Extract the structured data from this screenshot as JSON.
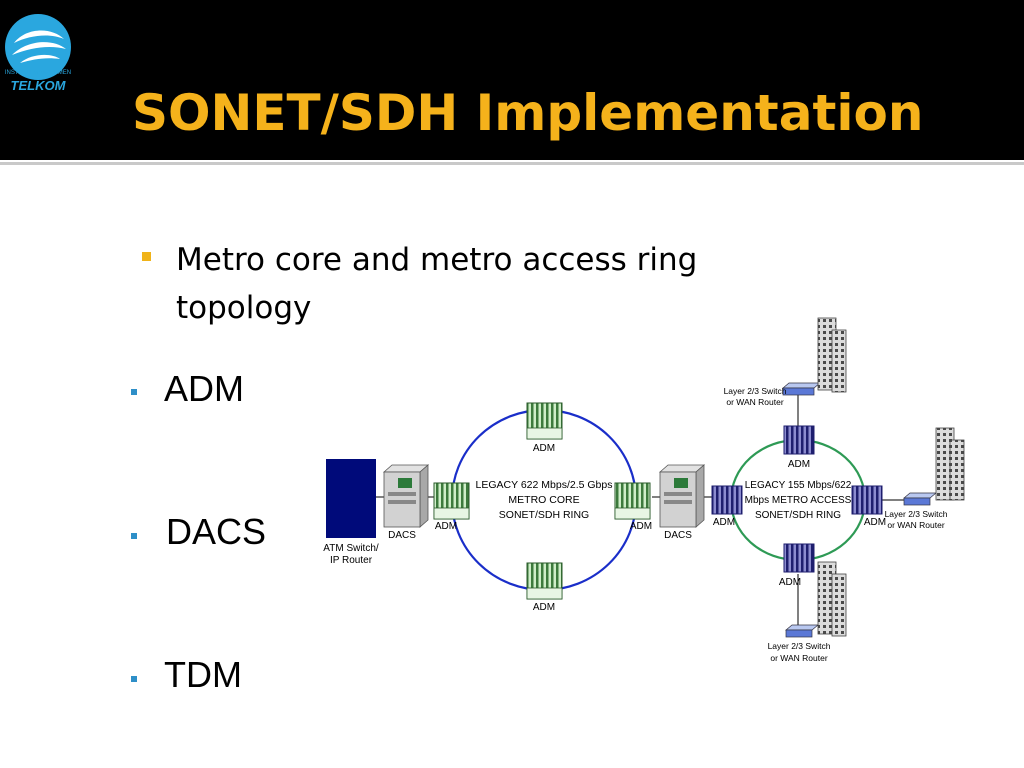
{
  "logo": {
    "caption": "INSTITUT MANAJEMEN",
    "name": "TELKOM"
  },
  "title": "SONET/SDH Implementation",
  "main_bullet": "Metro core and metro access ring topology",
  "sub_bullets": [
    "ADM",
    "DACS",
    "TDM"
  ],
  "diagram": {
    "core_ring_label": [
      "LEGACY 622 Mbps/2.5 Gbps",
      "METRO CORE",
      "SONET/SDH RING"
    ],
    "access_ring_label": [
      "LEGACY 155 Mbps/622",
      "Mbps METRO ACCESS",
      "SONET/SDH RING"
    ],
    "atm_label": [
      "ATM Switch/",
      "IP Router"
    ],
    "dacs_label": "DACS",
    "adm_label": "ADM",
    "switch_label": [
      "Layer 2/3 Switch",
      "or WAN Router"
    ]
  },
  "colors": {
    "title": "#f5b21b",
    "core_ring": "#1a2ec9",
    "access_ring": "#2e9a55",
    "atm": "#000a7a",
    "sub_bullet": "#2e8fc8"
  }
}
